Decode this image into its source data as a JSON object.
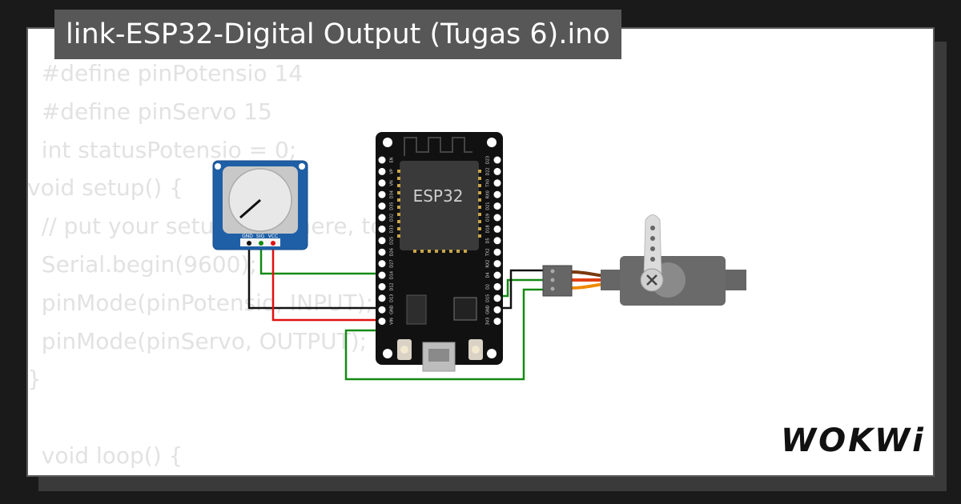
{
  "title": "link-ESP32-Digital Output (Tugas 6).ino",
  "code_lines": [
    "  #define pinPotensio 14",
    "  #define pinServo 15",
    "  int statusPotensio = 0;",
    "void setup() {",
    "  // put your setup code here, to run once:",
    "  Serial.begin(9600);",
    "  pinMode(pinPotensio, INPUT);",
    "  pinMode(pinServo, OUTPUT);",
    "}",
    "",
    "  void loop() {"
  ],
  "esp32": {
    "chip_label": "ESP32",
    "left_pins": [
      "EN",
      "VP",
      "VN",
      "D34",
      "D35",
      "D32",
      "D33",
      "D25",
      "D26",
      "D27",
      "D14",
      "D12",
      "D13",
      "GND",
      "VIN"
    ],
    "right_pins": [
      "D23",
      "D22",
      "TX0",
      "RX0",
      "D21",
      "D19",
      "D18",
      "D5",
      "TX2",
      "RX2",
      "D4",
      "D2",
      "D15",
      "GND",
      "3V3"
    ]
  },
  "potentiometer": {
    "pin_labels": [
      "GND",
      "SIG",
      "VCC"
    ]
  },
  "wire_colors": {
    "green": "#148a14",
    "black": "#111111",
    "red": "#e01010",
    "servo_orange": "#f08a00",
    "servo_red": "#e04010",
    "servo_brown": "#7a3a10"
  },
  "logo": "WOKWi"
}
